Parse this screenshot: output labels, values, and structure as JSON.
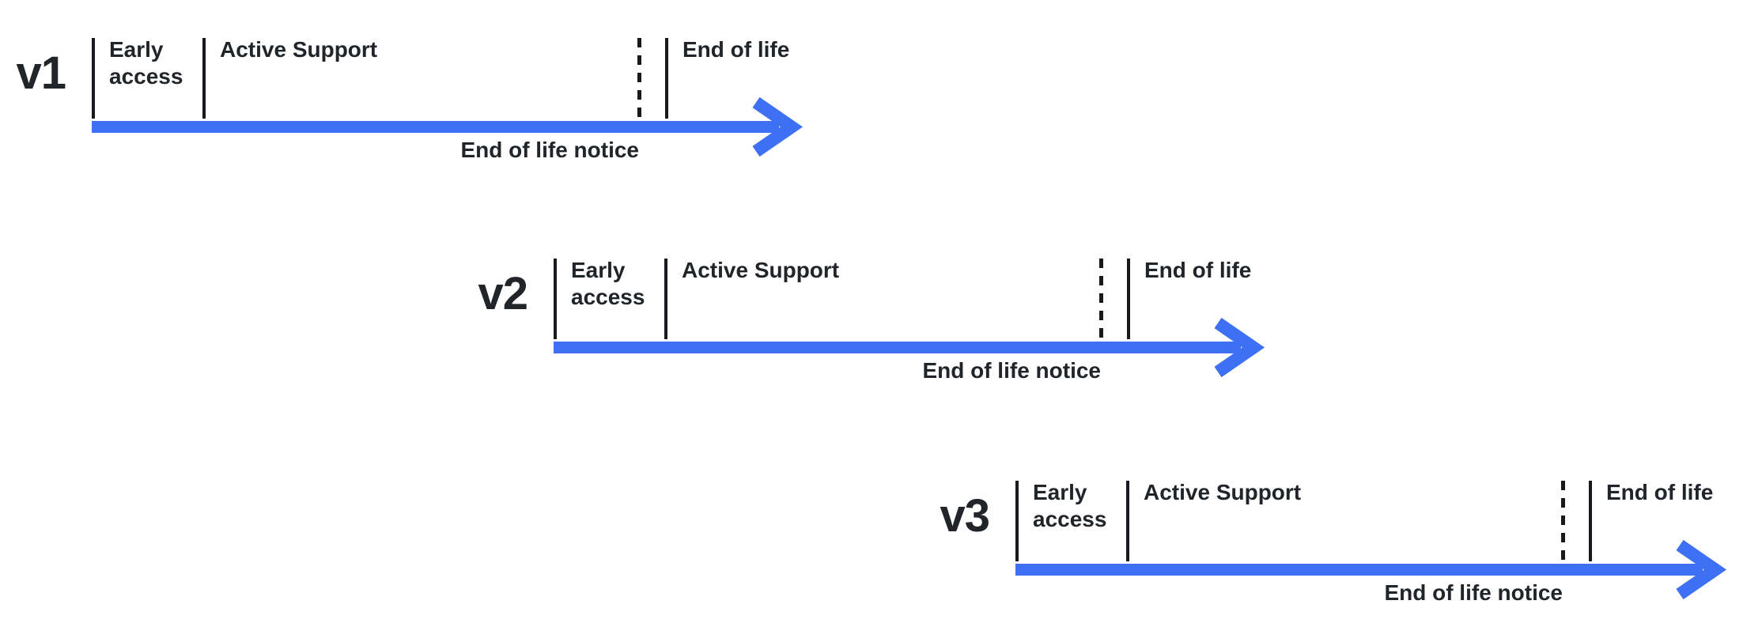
{
  "diagram": {
    "arrow_color": "#3e70f3",
    "text_color": "#212529",
    "line_color": "#17191d",
    "rows": [
      {
        "version": "v1",
        "labels": {
          "early_access": "Early access",
          "active_support": "Active Support",
          "end_of_life": "End of life",
          "end_of_life_notice": "End of life notice"
        }
      },
      {
        "version": "v2",
        "labels": {
          "early_access": "Early access",
          "active_support": "Active Support",
          "end_of_life": "End of life",
          "end_of_life_notice": "End of life notice"
        }
      },
      {
        "version": "v3",
        "labels": {
          "early_access": "Early access",
          "active_support": "Active Support",
          "end_of_life": "End of life",
          "end_of_life_notice": "End of life notice"
        }
      }
    ]
  }
}
